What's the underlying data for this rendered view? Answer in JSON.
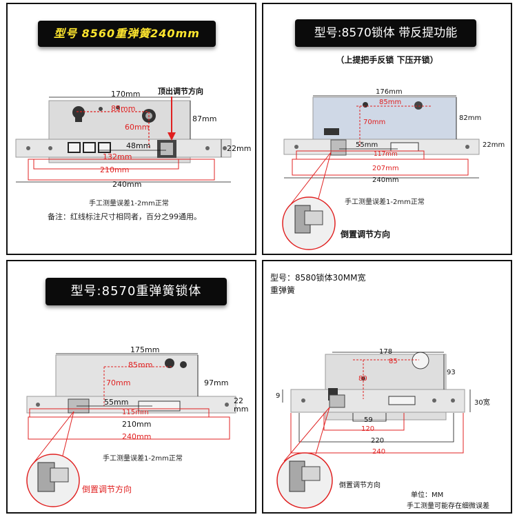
{
  "panel1": {
    "title": "型号 8560重弹簧240mm",
    "dims": {
      "w170": "170mm",
      "h87": "87mm",
      "r85": "85mm",
      "r60": "60mm",
      "d48": "48mm",
      "d22": "22mm",
      "r132": "132mm",
      "r210": "210mm",
      "d240": "240mm"
    },
    "arrow_label": "顶出调节方向",
    "note1": "手工测量误差1-2mm正常",
    "note2": "备注：红线标注尺寸相同者，百分之99通用。"
  },
  "panel2": {
    "title": "型号:8570锁体 带反提功能",
    "subtitle": "（上提把手反锁 下压开锁）",
    "dims": {
      "w176": "176mm",
      "h82": "82mm",
      "r85": "85mm",
      "r70": "70mm",
      "d55": "55mm",
      "d22": "22mm",
      "r117": "117mm",
      "r207": "207mm",
      "d240": "240mm"
    },
    "note1": "手工测量误差1-2mm正常",
    "inset_label": "倒置调节方向"
  },
  "panel3": {
    "title": "型号:8570重弹簧锁体",
    "dims": {
      "w175": "175mm",
      "h97": "97mm",
      "r85": "85mm",
      "r70": "70mm",
      "d55": "55mm",
      "d22": "22",
      "d22b": "mm",
      "r115": "115mm",
      "d210": "210mm",
      "r240": "240mm"
    },
    "note1": "手工测量误差1-2mm正常",
    "inset_label": "倒置调节方向"
  },
  "panel4": {
    "title_line1": "型号：8580锁体30MM宽",
    "title_line2": "重弹簧",
    "dims": {
      "w178": "178",
      "h93": "93",
      "r85": "85",
      "r80": "80",
      "d9": "9",
      "d30": "30宽",
      "d59": "59",
      "r120": "120",
      "d220": "220",
      "r240": "240"
    },
    "inset_label": "倒置调节方向",
    "unit": "单位：MM",
    "note1": "手工测量可能存在细微误差"
  },
  "colors": {
    "accent_red": "#e02020",
    "title_yellow": "#ffe62e",
    "title_bg": "#0b0b0b",
    "metal": "#d9d9d9"
  }
}
